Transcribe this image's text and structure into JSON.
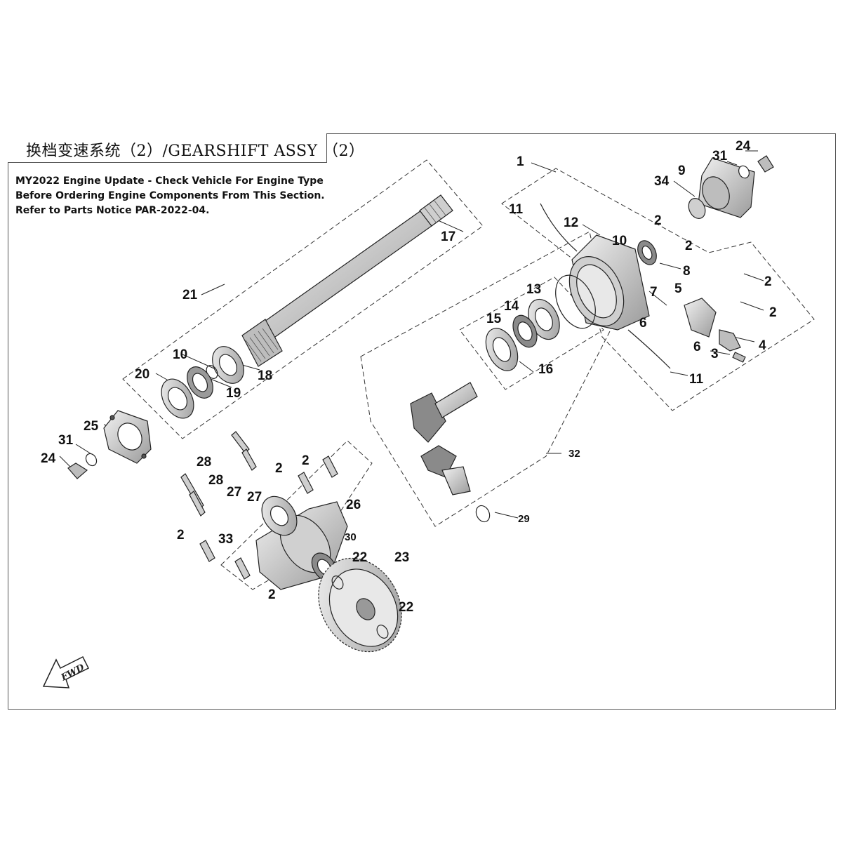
{
  "title": "换档变速系统（2）/GEARSHIFT ASSY （2）",
  "notice": {
    "line1": "MY2022 Engine Update - Check Vehicle For Engine Type",
    "line2": "Before Ordering Engine Components From This Section.",
    "line3": "Refer to Parts Notice PAR-2022-04."
  },
  "fwd_label": "FWD",
  "callouts": {
    "c1": "1",
    "c2a": "2",
    "c2b": "2",
    "c2c": "2",
    "c2d": "2",
    "c2e": "2",
    "c2f": "2",
    "c2g": "2",
    "c2h": "2",
    "c3": "3",
    "c4": "4",
    "c5": "5",
    "c6a": "6",
    "c6b": "6",
    "c7": "7",
    "c8": "8",
    "c9": "9",
    "c10a": "10",
    "c10b": "10",
    "c11a": "11",
    "c11b": "11",
    "c12": "12",
    "c13": "13",
    "c14": "14",
    "c15": "15",
    "c16": "16",
    "c17": "17",
    "c18": "18",
    "c19": "19",
    "c20": "20",
    "c21": "21",
    "c22a": "22",
    "c22b": "22",
    "c23": "23",
    "c24a": "24",
    "c24b": "24",
    "c25": "25",
    "c26": "26",
    "c27a": "27",
    "c27b": "27",
    "c28a": "28",
    "c28b": "28",
    "c29": "29",
    "c30": "30",
    "c31a": "31",
    "c31b": "31",
    "c32": "32",
    "c33": "33",
    "c34": "34"
  },
  "colors": {
    "line": "#222222",
    "part_fill": "#d9d9d9",
    "part_dark": "#8a8a8a"
  }
}
